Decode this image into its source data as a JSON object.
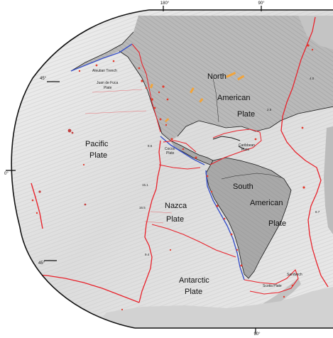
{
  "graticule": {
    "top": [
      "180°",
      "90°"
    ],
    "left": [
      "45°",
      "0°",
      "45°"
    ],
    "bottom": [
      "90°"
    ]
  },
  "plates": [
    "North",
    "American",
    "Plate",
    "Pacific",
    "Plate",
    "Cocos",
    "Plate",
    "Nazca",
    "Plate",
    "South",
    "American",
    "Plate",
    "Antarctic",
    "Plate"
  ],
  "features": [
    "Aleutian Trench",
    "Juan de Fuca",
    "Plate",
    "Caribbean",
    "Plate",
    "Scotia Plate",
    "Sandwich"
  ],
  "rates": [
    "8.6",
    "15.1",
    "16.5",
    "9.4",
    "4.0",
    "2.5",
    "6.7"
  ],
  "colors": {
    "boundary": "#e8222b",
    "trench": "#3a52c8",
    "volcano": "#f2a43a",
    "quake": "#e23b2e",
    "relief_light": "#ededed",
    "relief_dark": "#9c9c9c",
    "coast": "#1a1a1a"
  }
}
